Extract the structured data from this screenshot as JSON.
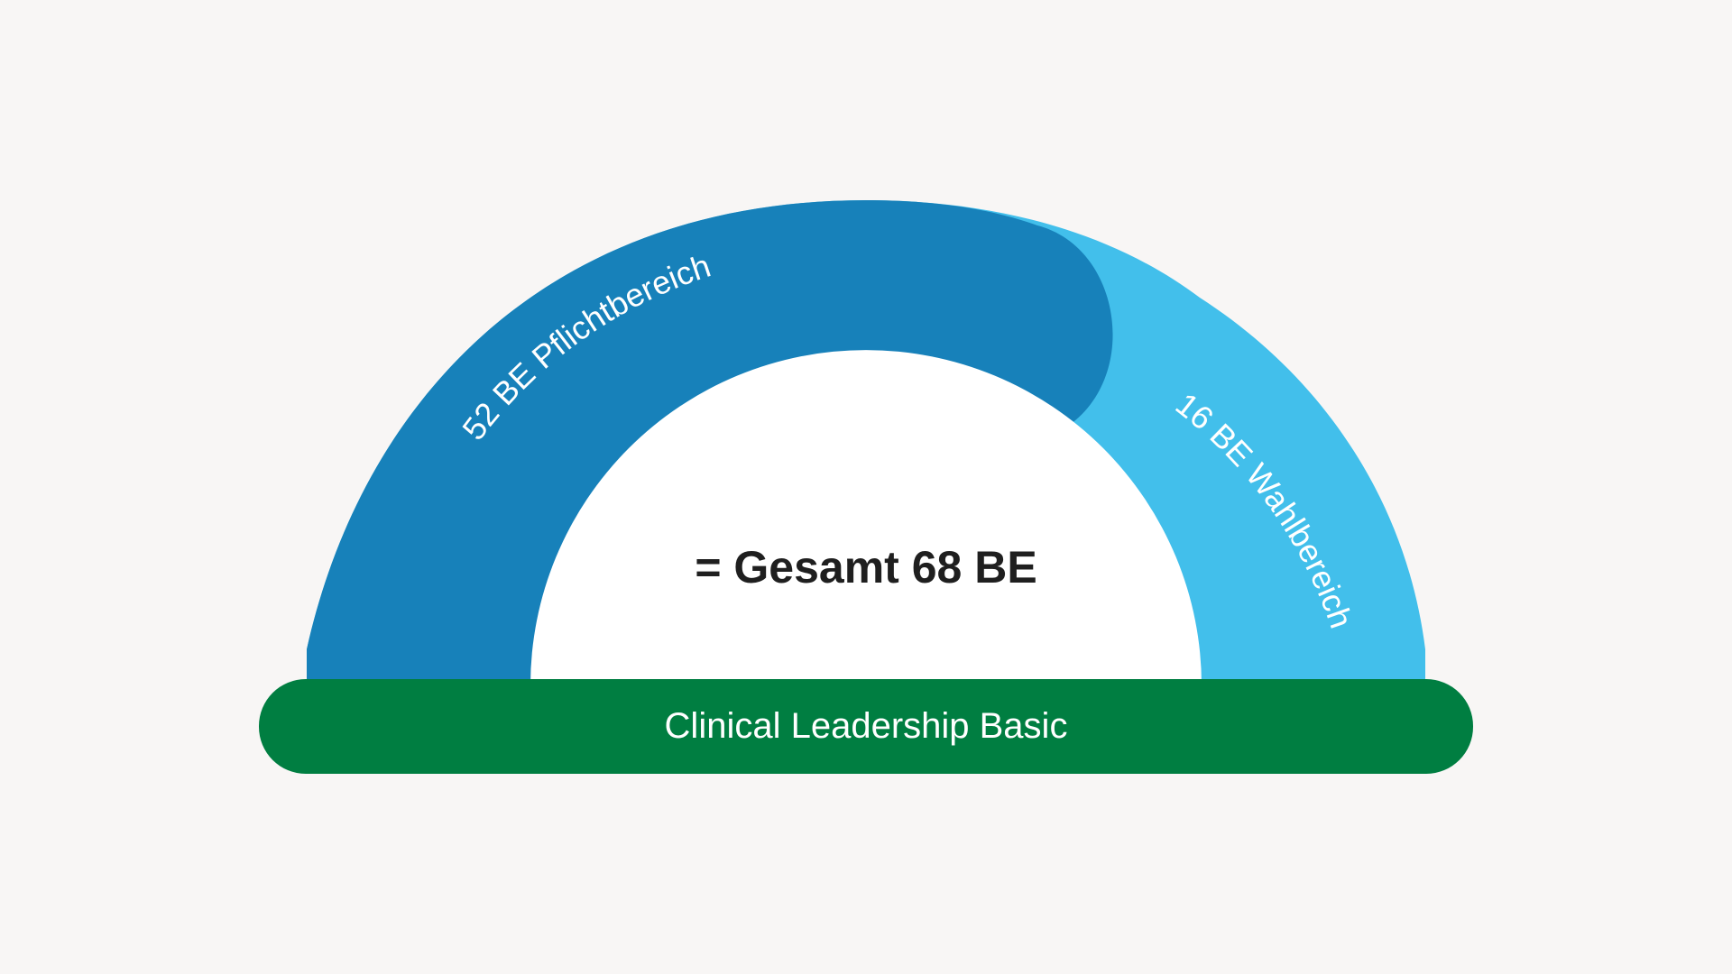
{
  "diagram": {
    "segments": [
      {
        "label": "52 BE Pflichtbereich",
        "value": 52,
        "color": "#1781ba"
      },
      {
        "label": "16 BE Wahlbereich",
        "value": 16,
        "color": "#42bfeb"
      }
    ],
    "total_text": "= Gesamt 68 BE",
    "base_label": "Clinical Leadership Basic",
    "base_color": "#007e41",
    "background": "#f8f6f5"
  }
}
